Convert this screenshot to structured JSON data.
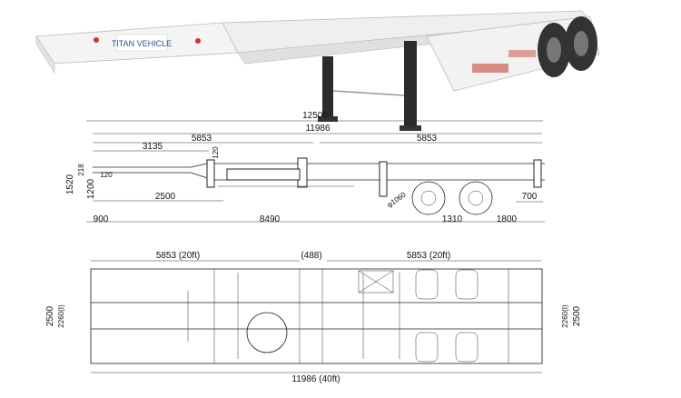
{
  "render": {
    "brand_text": "TITAN VEHICLE",
    "side_view": {
      "overall_length": "12500",
      "length_11986": "11986",
      "front_5853": "5853",
      "rear_5853": "5853",
      "len_3135": "3135",
      "h_120_top": "120",
      "h_1520": "1520",
      "h_218": "218",
      "h_120": "120",
      "h_1200": "1200",
      "len_2500": "2500",
      "len_700": "700",
      "len_900": "900",
      "len_8490": "8490",
      "len_1310": "1310",
      "len_1800": "1800",
      "tire_label": "φ1060"
    },
    "top_view": {
      "front_label": "5853 (20ft)",
      "mid_label": "(488)",
      "rear_label": "5853 (20ft)",
      "left_2500": "2500",
      "left_2260": "2260(I)",
      "right_2260": "2260(I)",
      "right_2500": "2500",
      "bottom_label": "11986 (40ft)"
    }
  }
}
